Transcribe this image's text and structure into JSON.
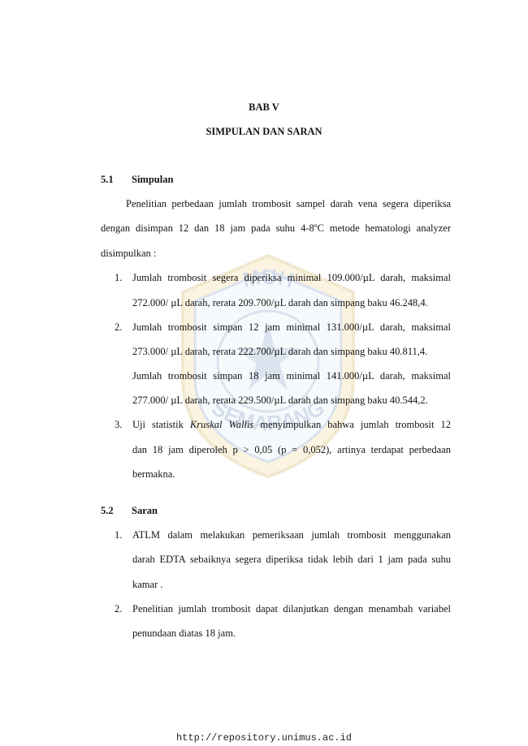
{
  "chapter": {
    "label": "BAB  V",
    "title": "SIMPULAN DAN SARAN"
  },
  "section1": {
    "number": "5.1",
    "title": "Simpulan",
    "intro_lines": [
      "Penelitian perbedaan jumlah trombosit sampel darah vena segera diperiksa",
      "dengan disimpan 12 dan 18 jam pada suhu 4-8ºC metode hematologi analyzer",
      "disimpulkan :"
    ],
    "items": [
      {
        "number": "1.",
        "lines": [
          "Jumlah trombosit segera diperiksa minimal 109.000/µL darah, maksimal",
          "272.000/ µL darah, rerata 209.700/µL darah dan simpang baku 46.248,4."
        ]
      },
      {
        "number": "2.",
        "lines": [
          "Jumlah trombosit simpan 12 jam minimal 131.000/µL darah, maksimal",
          "273.000/ µL darah, rerata 222.700/µL darah dan simpang baku 40.811,4.",
          "Jumlah trombosit simpan 18 jam minimal 141.000/µL darah, maksimal",
          "277.000/ µL darah, rerata 229.500/µL darah dan simpang baku 40.544,2."
        ]
      },
      {
        "number": "3.",
        "line1_before": "Uji statistik ",
        "line1_italic": "Kruskal Wallis",
        "line1_after": " menyimpulkan bahwa jumlah trombosit 12",
        "lines": [
          "dan 18 jam diperoleh p > 0,05 (p = 0,052), artinya terdapat perbedaan",
          "bermakna."
        ]
      }
    ]
  },
  "section2": {
    "number": "5.2",
    "title": "Saran",
    "items": [
      {
        "number": "1.",
        "lines": [
          "ATLM dalam melakukan pemeriksaan jumlah trombosit menggunakan",
          "darah EDTA sebaiknya segera diperiksa tidak lebih dari 1 jam pada suhu",
          "kamar ."
        ]
      },
      {
        "number": "2.",
        "lines": [
          "Penelitian jumlah trombosit dapat dilanjutkan dengan menambah variabel",
          "penundaan diatas 18 jam."
        ]
      }
    ]
  },
  "watermark": {
    "text_top": "MUH",
    "text_bottom": "SEMARANG",
    "icon": "university-seal-icon"
  },
  "footer": {
    "url": "http://repository.unimus.ac.id"
  }
}
